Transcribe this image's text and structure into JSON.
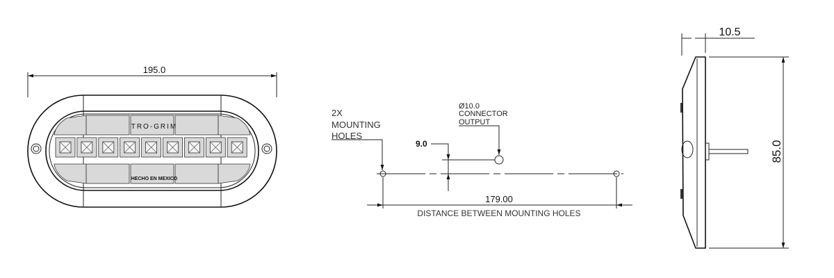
{
  "front_view": {
    "width_dimension": "195.0",
    "brand_text": "TRO-GRIM",
    "origin_text": "HECHO EN MEXICO",
    "led_count": 9
  },
  "hole_view": {
    "mounting_note": [
      "2X",
      "MOUNTING",
      "HOLES"
    ],
    "connector_note": [
      "Ø10.0",
      "CONNECTOR",
      "OUTPUT"
    ],
    "offset_dimension": "9.0",
    "hole_distance_dimension": "179.00",
    "hole_distance_label": "DISTANCE BETWEEN MOUNTING HOLES"
  },
  "side_view": {
    "depth_dimension": "10.5",
    "height_dimension": "85.0"
  }
}
